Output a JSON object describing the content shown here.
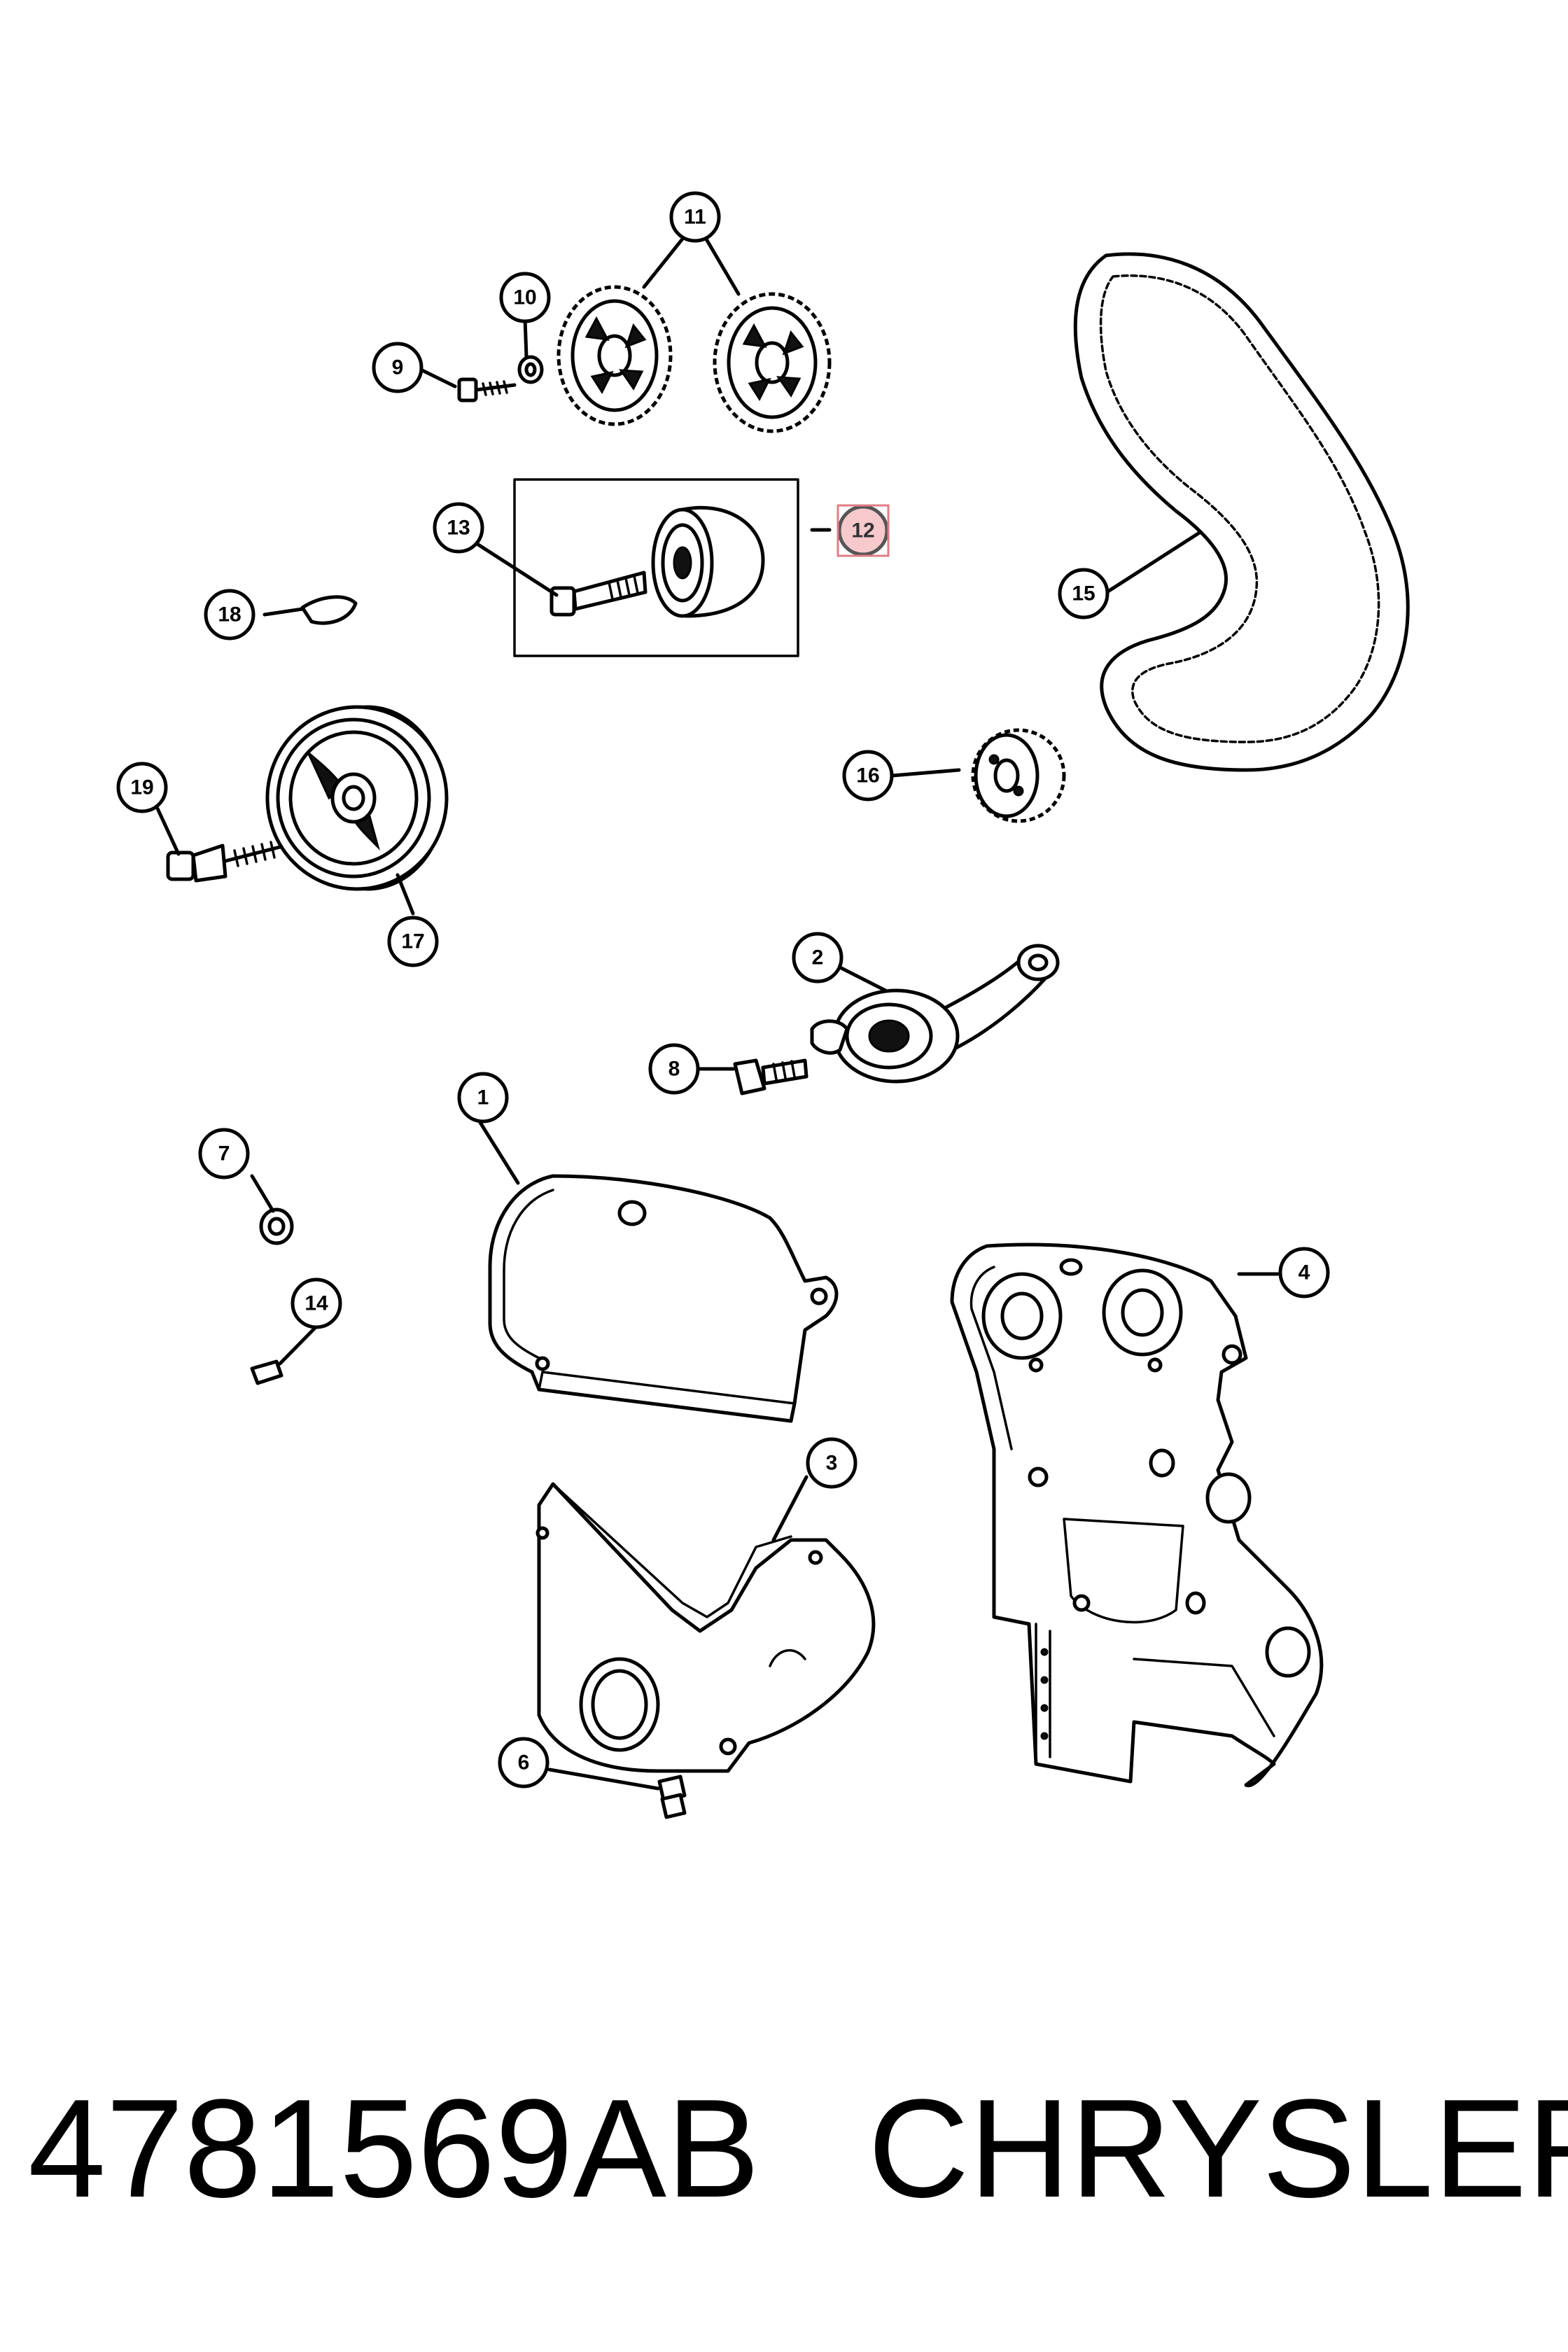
{
  "footer": {
    "part_number": "4781569AB",
    "brand": "CHRYSLER"
  },
  "callouts": [
    {
      "id": "1",
      "label": "1"
    },
    {
      "id": "2",
      "label": "2"
    },
    {
      "id": "3",
      "label": "3"
    },
    {
      "id": "4",
      "label": "4"
    },
    {
      "id": "6",
      "label": "6"
    },
    {
      "id": "7",
      "label": "7"
    },
    {
      "id": "8",
      "label": "8"
    },
    {
      "id": "9",
      "label": "9"
    },
    {
      "id": "10",
      "label": "10"
    },
    {
      "id": "11",
      "label": "11"
    },
    {
      "id": "12",
      "label": "12",
      "highlighted": true
    },
    {
      "id": "13",
      "label": "13"
    },
    {
      "id": "14",
      "label": "14"
    },
    {
      "id": "15",
      "label": "15"
    },
    {
      "id": "16",
      "label": "16"
    },
    {
      "id": "17",
      "label": "17"
    },
    {
      "id": "18",
      "label": "18"
    },
    {
      "id": "19",
      "label": "19"
    }
  ],
  "colors": {
    "line": "#000000",
    "background": "#ffffff",
    "highlight_fill": "#f6c9cd",
    "highlight_border": "#e07c86"
  }
}
